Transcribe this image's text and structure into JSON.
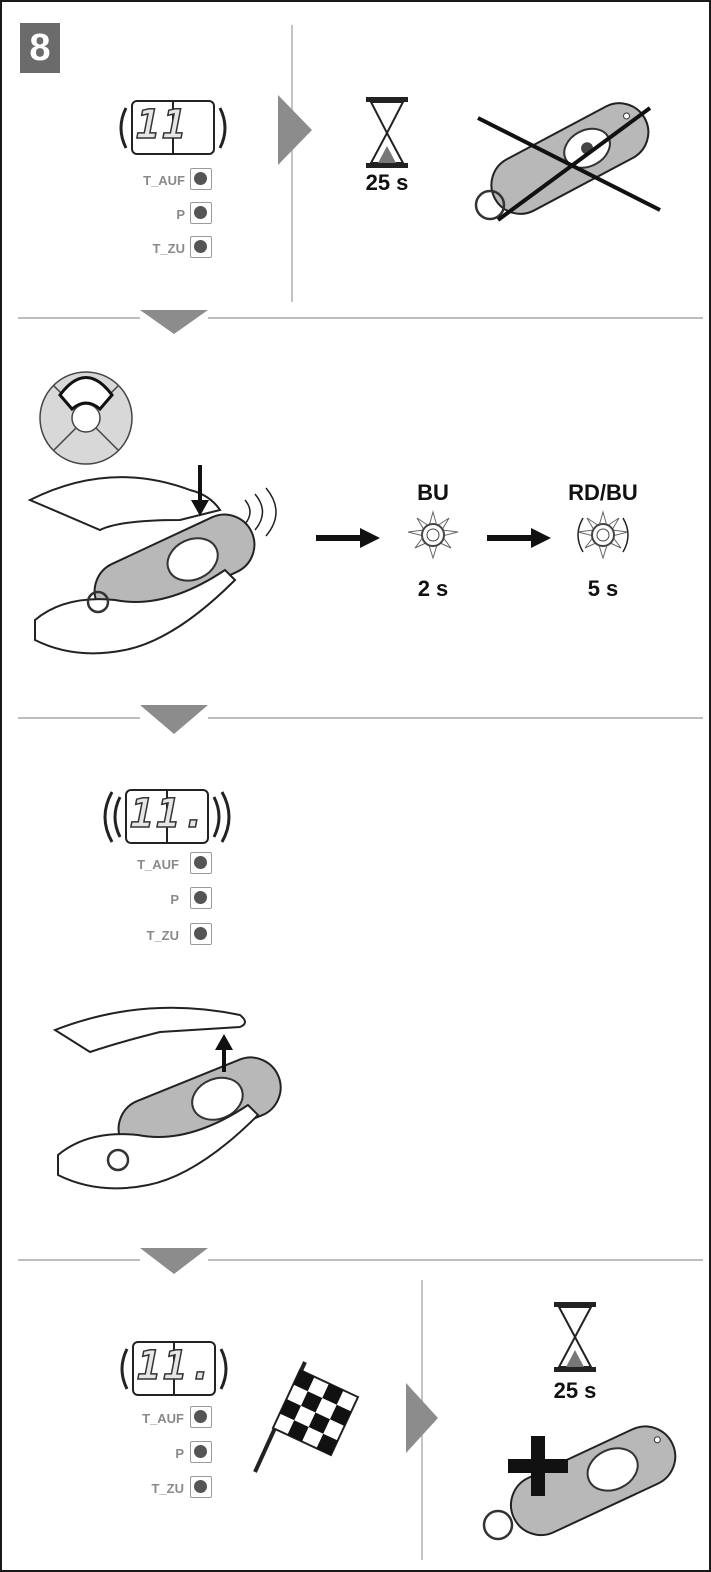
{
  "step_number": "8",
  "display": {
    "digits_1": "11",
    "digits_2": "11.",
    "digits_3": "11."
  },
  "buttons": {
    "t_auf": "T_AUF",
    "p": "P",
    "t_zu": "T_ZU"
  },
  "timer_1": "25 s",
  "timer_2": "25 s",
  "led_blue": {
    "label": "BU",
    "duration": "2 s"
  },
  "led_red_blue": {
    "label": "RD/BU",
    "duration": "5 s"
  },
  "colors": {
    "line": "#a8a8a8",
    "divider_triangle": "#8c8c8c",
    "badge": "#6b6b6b",
    "remote_body": "#b8b8b8"
  }
}
